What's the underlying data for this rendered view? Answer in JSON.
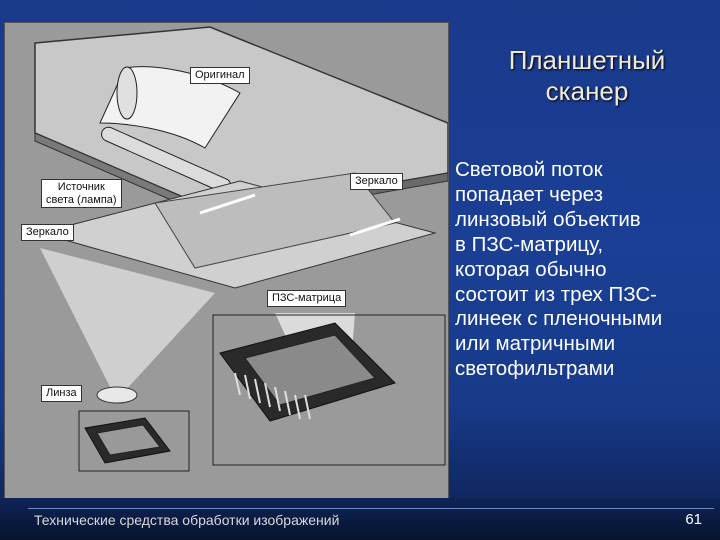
{
  "slide": {
    "title": "Планшетный\nсканер",
    "body": "Световой поток\nпопадает через\nлинзовый объектив\nв ПЗС-матрицу,\nкоторая обычно\nсостоит из трех ПЗС-\nлинеек с пленочными\nили матричными\nсветофильтрами",
    "footer": "Технические средства обработки изображений",
    "page_number": "61"
  },
  "figure": {
    "labels": {
      "original": "Оригинал",
      "light_source": "Источник\nсвета (лампа)",
      "mirror_right": "Зеркало",
      "mirror_left": "Зеркало",
      "ccd": "ПЗС-матрица",
      "lens": "Линза"
    }
  },
  "colors": {
    "background": "#1a3f95",
    "title": "#f0ead8",
    "body_text": "#ffffff",
    "figure_bg": "#9a9a9a"
  }
}
